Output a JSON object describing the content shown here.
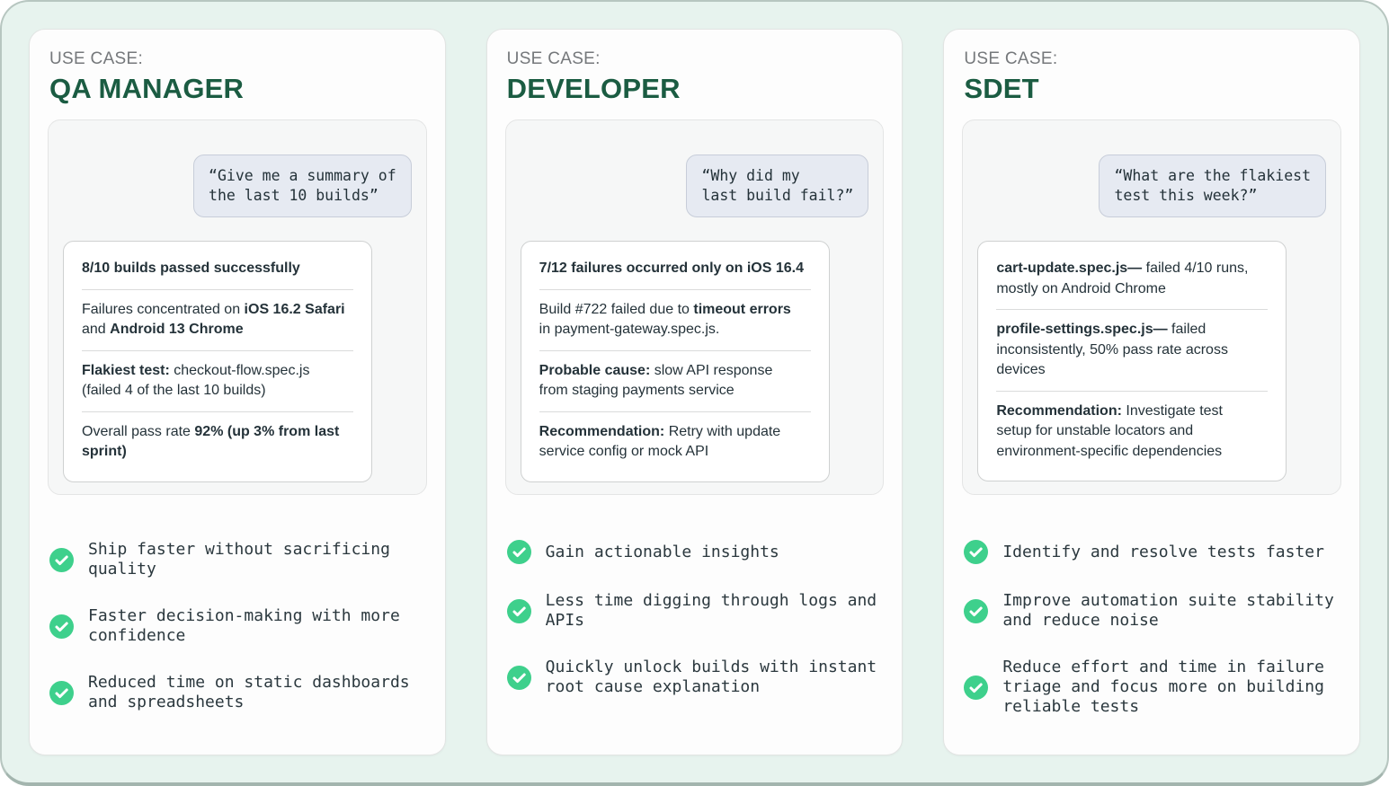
{
  "theme": {
    "panel_bg": "#e7f3ee",
    "card_bg": "#fdfdfd",
    "title_green": "#1b5c42",
    "kicker_gray": "#75787b",
    "bubble_bg": "#e6eaf2",
    "check_green": "#3ed08c",
    "text_dark": "#243239"
  },
  "cards": [
    {
      "kicker": "USE CASE:",
      "title": "QA MANAGER",
      "question": "“Give me a summary of\nthe last 10 builds”",
      "answer_sections": [
        [
          {
            "t": "8/10 builds passed successfully",
            "b": true
          }
        ],
        [
          {
            "t": "Failures concentrated on ",
            "b": false
          },
          {
            "t": "iOS 16.2 Safari",
            "b": true
          },
          {
            "t": "\nand ",
            "b": false
          },
          {
            "t": "Android 13 Chrome",
            "b": true
          }
        ],
        [
          {
            "t": "Flakiest test:",
            "b": true
          },
          {
            "t": " checkout-flow.spec.js\n(failed 4 of the last 10 builds)",
            "b": false
          }
        ],
        [
          {
            "t": "Overall pass rate ",
            "b": false
          },
          {
            "t": "92% (up 3% from last\nsprint)",
            "b": true
          }
        ]
      ],
      "benefits": [
        "Ship faster without sacrificing\nquality",
        "Faster decision-making with more\nconfidence",
        "Reduced time on static dashboards\nand spreadsheets"
      ]
    },
    {
      "kicker": "USE CASE:",
      "title": "DEVELOPER",
      "question": "“Why did my\nlast build fail?”",
      "answer_sections": [
        [
          {
            "t": "7/12 failures occurred only on iOS 16.4",
            "b": true
          }
        ],
        [
          {
            "t": "Build #722 failed due to ",
            "b": false
          },
          {
            "t": "timeout errors",
            "b": true
          },
          {
            "t": "\nin payment-gateway.spec.js.",
            "b": false
          }
        ],
        [
          {
            "t": "Probable cause:",
            "b": true
          },
          {
            "t": " slow API response\nfrom staging payments service",
            "b": false
          }
        ],
        [
          {
            "t": "Recommendation:",
            "b": true
          },
          {
            "t": " Retry with update\nservice config or mock API",
            "b": false
          }
        ]
      ],
      "benefits": [
        "Gain actionable insights",
        "Less time digging through logs and\nAPIs",
        "Quickly unlock builds with instant\nroot cause explanation"
      ]
    },
    {
      "kicker": "USE CASE:",
      "title": "SDET",
      "question": "“What are the flakiest\ntest this week?”",
      "answer_sections": [
        [
          {
            "t": "cart-update.spec.js—",
            "b": true
          },
          {
            "t": " failed 4/10 runs,\nmostly on Android Chrome",
            "b": false
          }
        ],
        [
          {
            "t": "profile-settings.spec.js—",
            "b": true
          },
          {
            "t": " failed\ninconsistently, 50% pass rate across\ndevices",
            "b": false
          }
        ],
        [
          {
            "t": "Recommendation:",
            "b": true
          },
          {
            "t": " Investigate test\nsetup for unstable locators and\nenvironment-specific dependencies",
            "b": false
          }
        ]
      ],
      "benefits": [
        "Identify and resolve tests faster",
        "Improve automation suite stability\nand reduce noise",
        "Reduce effort and time in failure\ntriage and focus more on building\nreliable tests"
      ]
    }
  ]
}
